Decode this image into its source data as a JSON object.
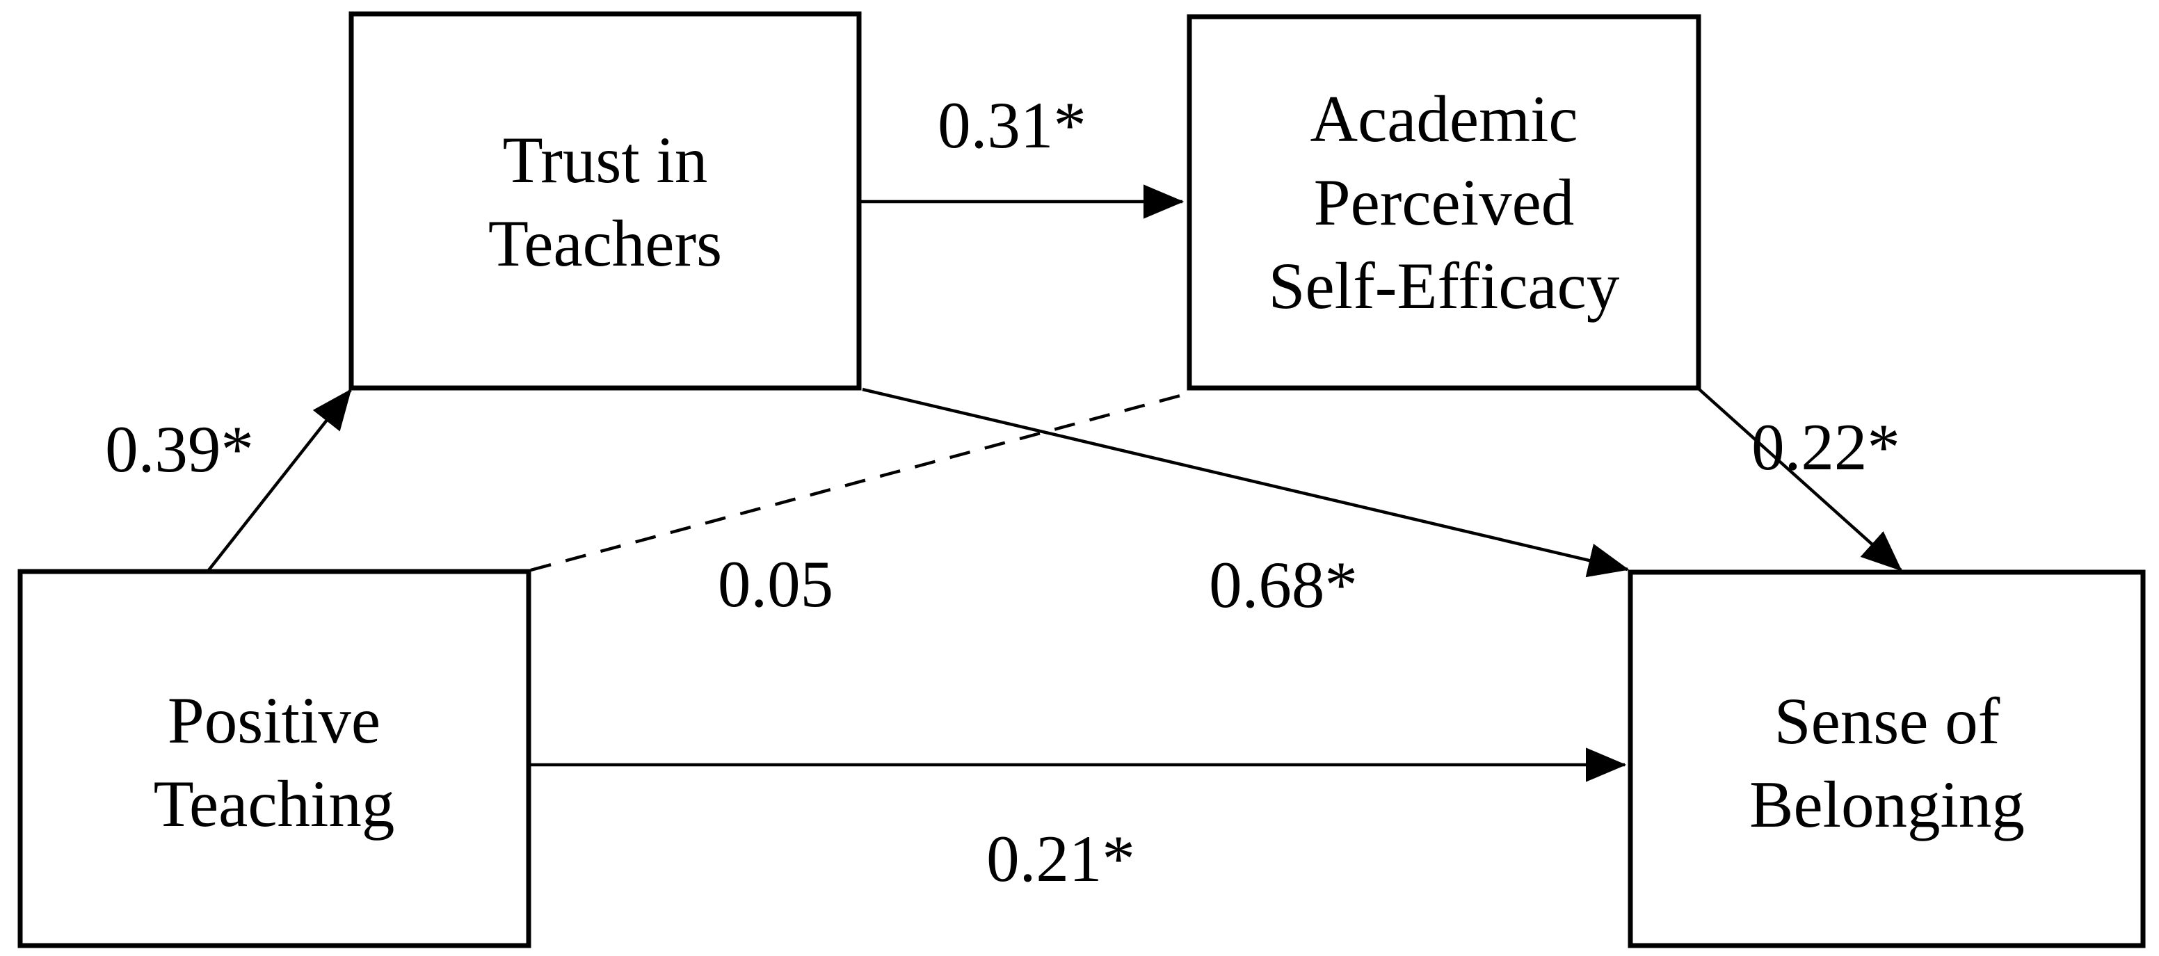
{
  "figure": {
    "type": "path-diagram",
    "background_color": "#ffffff",
    "line_color": "#000000",
    "text_color": "#000000",
    "nodes": {
      "positive_teaching": {
        "line1": "Positive",
        "line2": "Teaching"
      },
      "trust_in_teachers": {
        "line1": "Trust in",
        "line2": "Teachers"
      },
      "academic_perceived_self_efficacy": {
        "line1": "Academic",
        "line2": "Perceived",
        "line3": "Self-Efficacy"
      },
      "sense_of_belonging": {
        "line1": "Sense of",
        "line2": "Belonging"
      }
    },
    "edges": {
      "positive_teaching_to_trust": {
        "from": "Positive Teaching",
        "to": "Trust in Teachers",
        "label": "0.39*",
        "style": "solid"
      },
      "trust_to_self_efficacy": {
        "from": "Trust in Teachers",
        "to": "Academic Perceived Self-Efficacy",
        "label": "0.31*",
        "style": "solid"
      },
      "self_efficacy_to_belonging": {
        "from": "Academic Perceived Self-Efficacy",
        "to": "Sense of Belonging",
        "label": "0.22*",
        "style": "solid"
      },
      "positive_teaching_to_self_efficacy": {
        "from": "Positive Teaching",
        "to": "Academic Perceived Self-Efficacy",
        "label": "0.05",
        "style": "dashed"
      },
      "trust_to_belonging": {
        "from": "Trust in Teachers",
        "to": "Sense of Belonging",
        "label": "0.68*",
        "style": "solid"
      },
      "positive_teaching_to_belonging": {
        "from": "Positive Teaching",
        "to": "Sense of Belonging",
        "label": "0.21*",
        "style": "solid"
      }
    }
  }
}
